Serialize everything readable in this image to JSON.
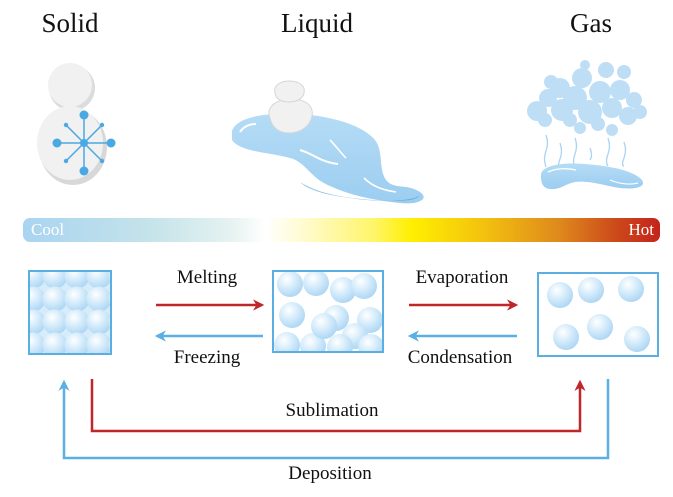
{
  "states": [
    {
      "id": "solid",
      "title": "Solid"
    },
    {
      "id": "liquid",
      "title": "Liquid"
    },
    {
      "id": "gas",
      "title": "Gas"
    }
  ],
  "temperature_bar": {
    "cool_label": "Cool",
    "hot_label": "Hot",
    "colors": {
      "cool": "#a9d4f1",
      "mid": "#ffef00",
      "hot": "#c4231c"
    }
  },
  "transitions": {
    "melting": "Melting",
    "freezing": "Freezing",
    "evaporation": "Evaporation",
    "condensation": "Condensation",
    "sublimation": "Sublimation",
    "deposition": "Deposition"
  },
  "colors": {
    "heating_arrow": "#c0252a",
    "cooling_arrow": "#5ab0e2",
    "box_border": "#5aafe0",
    "particle": "#bfe0f7"
  }
}
